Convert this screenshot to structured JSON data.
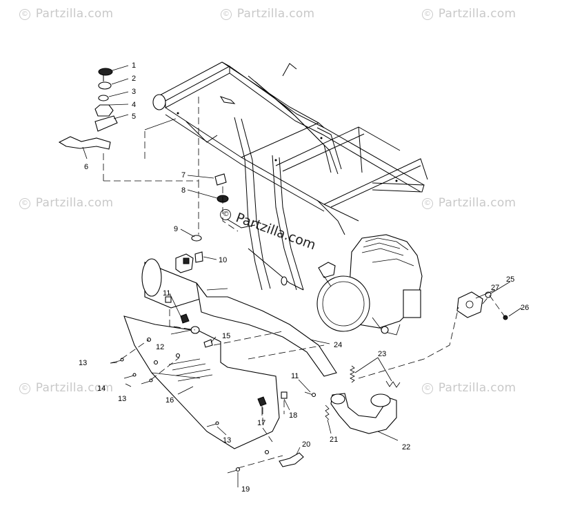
{
  "watermark": {
    "brand": "Partzilla.com",
    "symbol": "©"
  },
  "callouts": [
    {
      "id": "1",
      "label": "1"
    },
    {
      "id": "2",
      "label": "2"
    },
    {
      "id": "3",
      "label": "3"
    },
    {
      "id": "4",
      "label": "4"
    },
    {
      "id": "5",
      "label": "5"
    },
    {
      "id": "6",
      "label": "6"
    },
    {
      "id": "7",
      "label": "7"
    },
    {
      "id": "8",
      "label": "8"
    },
    {
      "id": "9",
      "label": "9"
    },
    {
      "id": "10",
      "label": "10"
    },
    {
      "id": "11a",
      "label": "11"
    },
    {
      "id": "11b",
      "label": "11"
    },
    {
      "id": "12",
      "label": "12"
    },
    {
      "id": "13a",
      "label": "13"
    },
    {
      "id": "13b",
      "label": "13"
    },
    {
      "id": "13c",
      "label": "13"
    },
    {
      "id": "14",
      "label": "14"
    },
    {
      "id": "15",
      "label": "15"
    },
    {
      "id": "16",
      "label": "16"
    },
    {
      "id": "17",
      "label": "17"
    },
    {
      "id": "18",
      "label": "18"
    },
    {
      "id": "19",
      "label": "19"
    },
    {
      "id": "20",
      "label": "20"
    },
    {
      "id": "21",
      "label": "21"
    },
    {
      "id": "22",
      "label": "22"
    },
    {
      "id": "23",
      "label": "23"
    },
    {
      "id": "24",
      "label": "24"
    },
    {
      "id": "25",
      "label": "25"
    },
    {
      "id": "26",
      "label": "26"
    },
    {
      "id": "27",
      "label": "27"
    }
  ]
}
